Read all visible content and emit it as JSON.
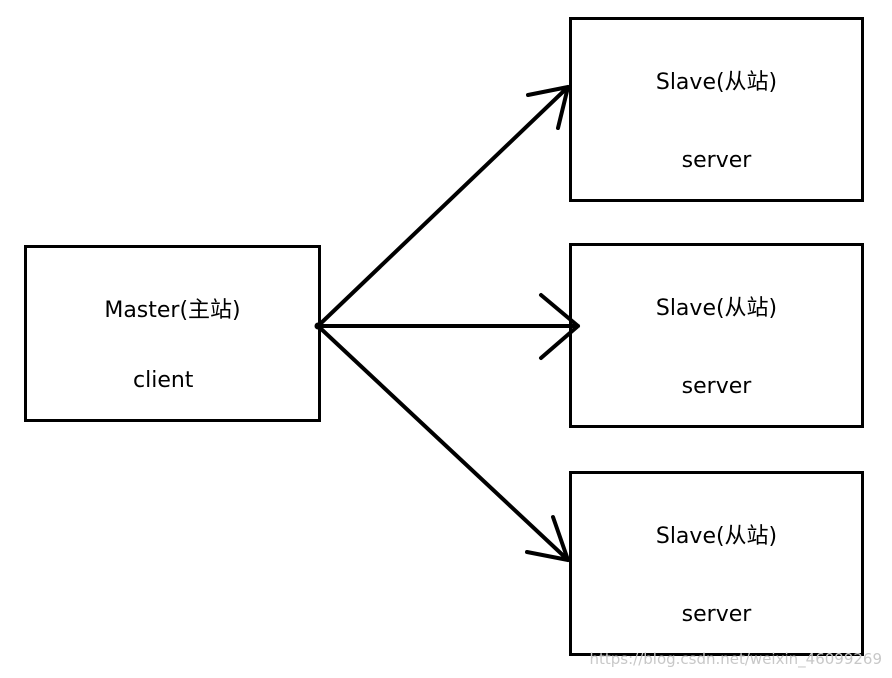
{
  "master": {
    "title": "Master(主站)",
    "role": "client"
  },
  "slaves": [
    {
      "title": "Slave(从站)",
      "role": "server"
    },
    {
      "title": "Slave(从站)",
      "role": "server"
    },
    {
      "title": "Slave(从站)",
      "role": "server"
    }
  ],
  "watermark": "https://blog.csdn.net/weixin_46099269",
  "colors": {
    "stroke": "#000000",
    "background": "#ffffff",
    "watermark": "#c8c8c8"
  }
}
